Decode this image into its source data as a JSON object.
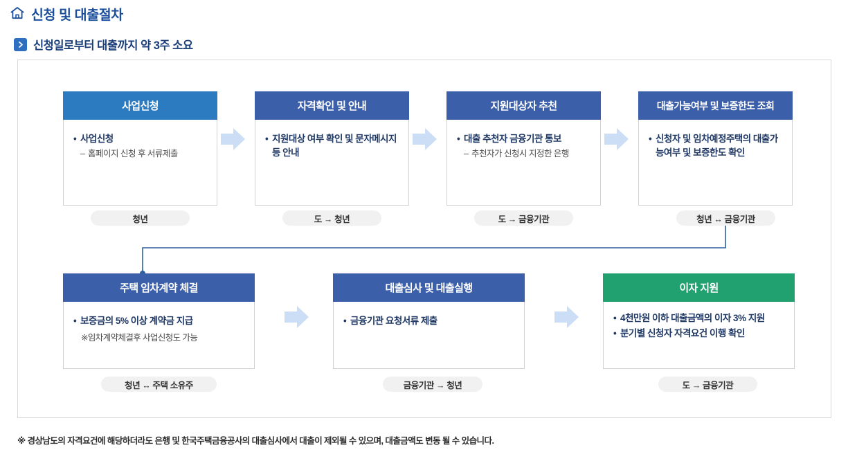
{
  "header": {
    "icon": "home-icon",
    "title": "신청 및 대출절차"
  },
  "subheader": {
    "icon": "chevron-right-icon",
    "title": "신청일로부터 대출까지 약 3주 소요"
  },
  "colors": {
    "head_primary": "#2c7ac0",
    "head_navy": "#3b5fa9",
    "head_green": "#21a070",
    "arrow": "#cbdef5",
    "connector": "#2f5f9e",
    "frame_border": "#d8d8d8",
    "pill_bg": "#f1f1f1",
    "text_navy": "#1f3864"
  },
  "steps": [
    {
      "id": "step-1",
      "title": "사업신청",
      "head_color": "#2c7ac0",
      "bullets": [
        "사업신청"
      ],
      "dashes": [
        "홈페이지 신청 후 서류제출"
      ],
      "notes": [],
      "pill": "청년"
    },
    {
      "id": "step-2",
      "title": "자격확인 및 안내",
      "head_color": "#3b5fa9",
      "bullets": [
        "지원대상 여부 확인 및 문자메시지 등 안내"
      ],
      "dashes": [],
      "notes": [],
      "pill": "도 → 청년"
    },
    {
      "id": "step-3",
      "title": "지원대상자 추천",
      "head_color": "#3b5fa9",
      "bullets": [
        "대출 추천자 금융기관 통보"
      ],
      "dashes": [
        "추천자가 신청시 지정한 은행"
      ],
      "notes": [],
      "pill": "도 → 금융기관"
    },
    {
      "id": "step-4",
      "title": "대출가능여부 및 보증한도 조회",
      "head_color": "#3b5fa9",
      "bullets": [
        "신청자 및 임차예정주택의 대출가능여부 및 보증한도 확인"
      ],
      "dashes": [],
      "notes": [],
      "pill": "청년 ↔ 금융기관"
    },
    {
      "id": "step-5",
      "title": "주택 임차계약 체결",
      "head_color": "#3b5fa9",
      "bullets": [
        "보증금의 5% 이상 계약금 지급"
      ],
      "dashes": [],
      "notes": [
        "※임차계약체결후 사업신청도 가능"
      ],
      "pill": "청년 ↔ 주택 소유주"
    },
    {
      "id": "step-6",
      "title": "대출심사 및 대출실행",
      "head_color": "#3b5fa9",
      "bullets": [
        "금융기관 요청서류 제출"
      ],
      "dashes": [],
      "notes": [],
      "pill": "금융기관 → 청년"
    },
    {
      "id": "step-7",
      "title": "이자 지원",
      "head_color": "#21a070",
      "bullets": [
        "4천만원 이하 대출금액의 이자 3% 지원",
        "분기별 신청자 자격요건 이행 확인"
      ],
      "dashes": [],
      "notes": [],
      "pill": "도 → 금융기관"
    }
  ],
  "footnote": "※ 경상남도의 자격요건에 해당하더라도 은행 및 한국주택금융공사의 대출심사에서 대출이 제외될 수 있으며, 대출금액도 변동 될 수 있습니다."
}
